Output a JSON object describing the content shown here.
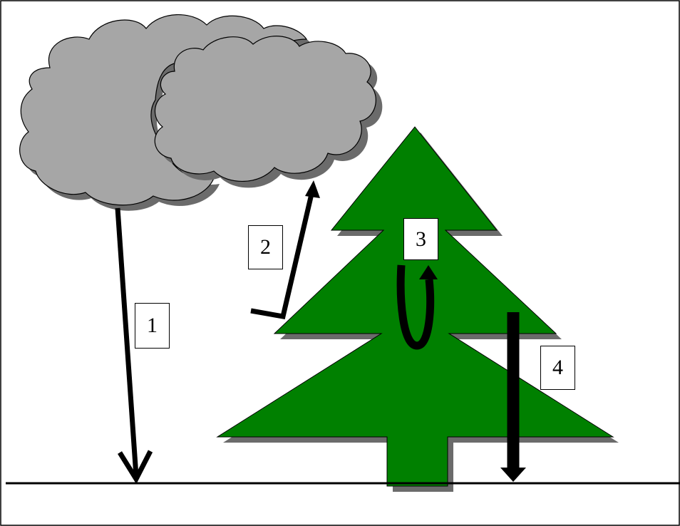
{
  "colors": {
    "cloud_fill": "#a6a6a6",
    "shadow": "#6b6b6b",
    "tree_fill": "#008000",
    "outline": "#000000",
    "arrow": "#000000",
    "background": "#ffffff"
  },
  "labels": {
    "one": "1",
    "two": "2",
    "three": "3",
    "four": "4"
  },
  "elements": {
    "clouds": [
      "cloud-icon",
      "cloud-icon"
    ],
    "tree": "pine-tree-icon",
    "ground": "ground-line"
  }
}
